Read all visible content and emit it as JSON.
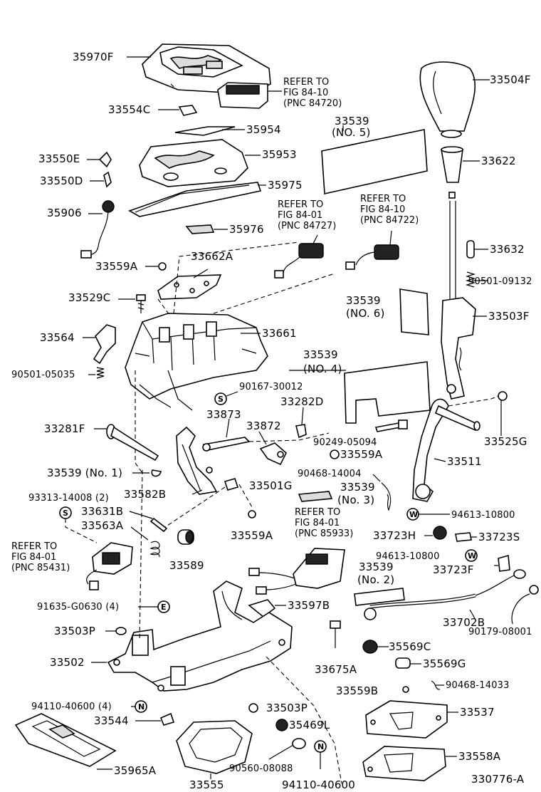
{
  "diagram_id": "330776-A",
  "labels": {
    "p35970F": "35970F",
    "p33554C": "33554C",
    "p35954": "35954",
    "p35953": "35953",
    "p33550E": "33550E",
    "p33550D": "33550D",
    "p35975": "35975",
    "p35906": "35906",
    "p35976": "35976",
    "p33559A_1": "33559A",
    "p33662A": "33662A",
    "p33529C": "33529C",
    "p33661": "33661",
    "p33564": "33564",
    "p90501_05035": "90501-05035",
    "p90167_30012": "90167-30012",
    "p33873": "33873",
    "p33282D": "33282D",
    "p33872": "33872",
    "p33281F": "33281F",
    "p90249_05094": "90249-05094",
    "p33559A_2": "33559A",
    "p33539_no1": "33539 (No. 1)",
    "p90468_14004": "90468-14004",
    "p33582B": "33582B",
    "p33501G": "33501G",
    "p93313_14008": "93313-14008 (2)",
    "p33631B": "33631B",
    "p33563A": "33563A",
    "p33559A_3": "33559A",
    "p33589": "33589",
    "p91635_G0630": "91635-G0630 (4)",
    "p33597B": "33597B",
    "p33503P_1": "33503P",
    "p33502": "33502",
    "p33675A": "33675A",
    "p94110_40600_4": "94110-40600 (4)",
    "p33544": "33544",
    "p33503P_2": "33503P",
    "p35469L": "35469L",
    "p35965A": "35965A",
    "p33555": "33555",
    "p90560_08088": "90560-08088",
    "p94110_40600": "94110-40600",
    "p33504F": "33504F",
    "p33622": "33622",
    "p33632": "33632",
    "p90501_09132": "90501-09132",
    "p33503F": "33503F",
    "p33525G": "33525G",
    "p33511": "33511",
    "p94613_10800_1": "94613-10800",
    "p33723H": "33723H",
    "p33723S": "33723S",
    "p94613_10800_2": "94613-10800",
    "p33723F": "33723F",
    "p33702B": "33702B",
    "p90179_08001": "90179-08001",
    "p35569C": "35569C",
    "p35569G": "35569G",
    "p33559B": "33559B",
    "p90468_14033": "90468-14033",
    "p33537": "33537",
    "p33558A": "33558A"
  },
  "sublabels": {
    "s33539_no5_a": "33539",
    "s33539_no5_b": "(NO. 5)",
    "s33539_no6_a": "33539",
    "s33539_no6_b": "(NO. 6)",
    "s33539_no4_a": "33539",
    "s33539_no4_b": "(NO. 4)",
    "s33539_no3_a": "33539",
    "s33539_no3_b": "(No. 3)",
    "s33539_no2_a": "33539",
    "s33539_no2_b": "(No. 2)"
  },
  "refer_notes": {
    "r1": "REFER TO\nFIG 84-10\n(PNC 84720)",
    "r2": "REFER TO\nFIG 84-01\n(PNC 84727)",
    "r3": "REFER TO\nFIG 84-10\n(PNC 84722)",
    "r4": "REFER TO\nFIG 84-01\n(PNC 85933)",
    "r5": "REFER TO\nFIG 84-01\n(PNC 85431)"
  },
  "symbols": {
    "S": "S",
    "W": "W",
    "E": "E",
    "N": "N"
  }
}
